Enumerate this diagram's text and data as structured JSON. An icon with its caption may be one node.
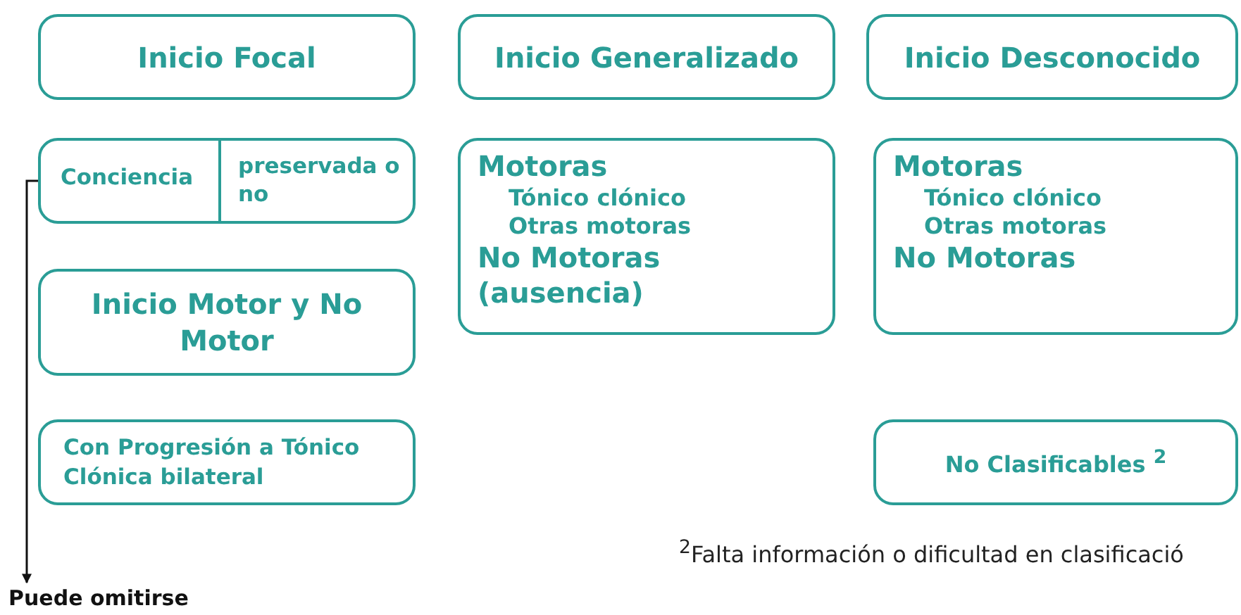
{
  "diagram": {
    "nodes": [
      {
        "text": [
          "Inicio Focal"
        ]
      },
      {
        "text": [
          "Inicio Generalizado"
        ]
      },
      {
        "text": [
          "Inicio Desconocido"
        ]
      },
      {
        "text": [
          "Conciencia",
          "preservada o no"
        ]
      },
      {
        "text": [
          "Motoras",
          "Tónico clónico",
          "Otras motoras",
          "No Motoras (ausencia)"
        ]
      },
      {
        "text": [
          "Motoras",
          "Tónico clónico",
          "Otras motoras",
          "No Motoras"
        ]
      },
      {
        "text": [
          "Inicio Motor y No Motor"
        ]
      },
      {
        "text": [
          "Con Progresión a Tónico Clónica bilateral"
        ]
      },
      {
        "text": [
          "No Clasificables $^{2}$"
        ]
      },
      {
        "text": [
          "Puede omitirse"
        ]
      }
    ],
    "edges": [
      {
        "from": 3,
        "to": 9,
        "arrow": "to",
        "color": "#111111"
      }
    ],
    "labels": [
      "$^{2}$Falta información o dificultad en clasificació"
    ]
  }
}
